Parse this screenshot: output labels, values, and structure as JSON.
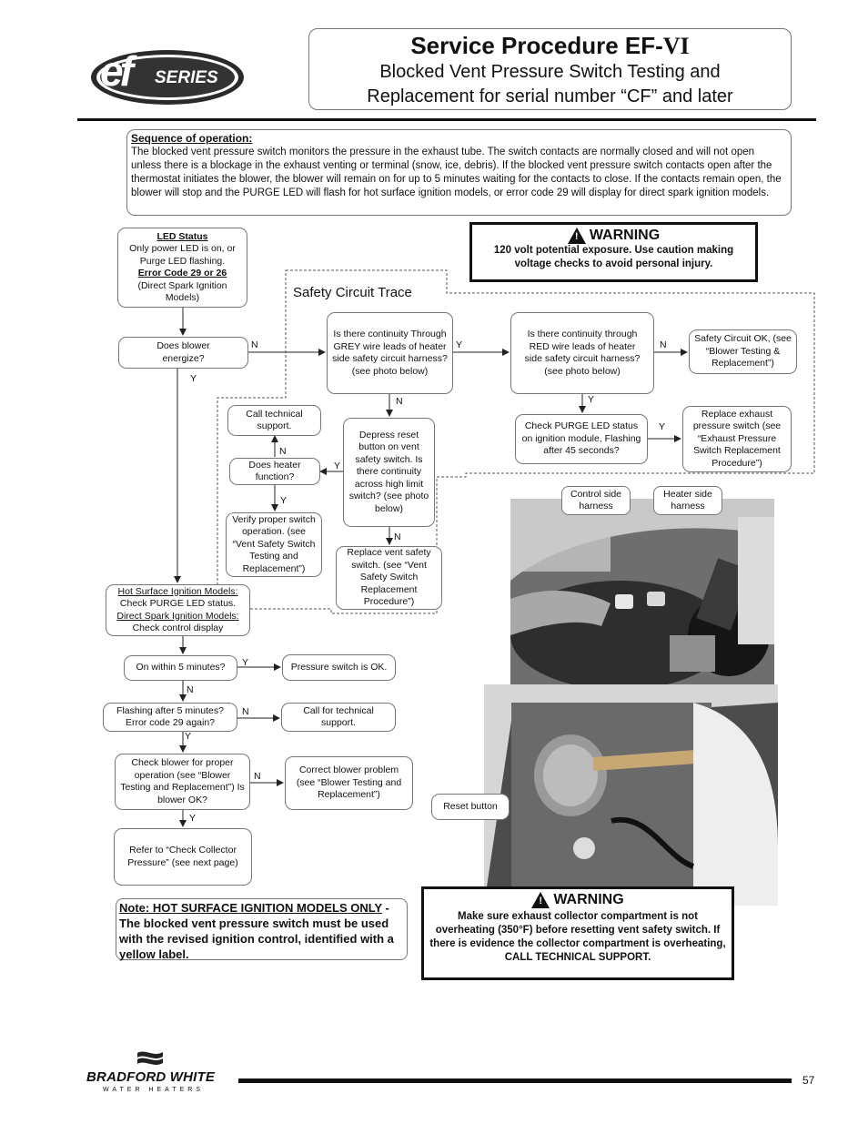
{
  "header": {
    "title_main": "Service Procedure EF-",
    "title_roman": "VI",
    "subtitle_line1": "Blocked Vent Pressure Switch Testing and",
    "subtitle_line2": "Replacement for serial number “CF” and later",
    "logo_text": "SERIES",
    "logo_mark": "ef"
  },
  "sequence": {
    "heading": "Sequence of operation:",
    "body": "The blocked vent pressure switch monitors the pressure in the exhaust tube.  The switch contacts are normally closed and will not open unless there is a blockage in the exhaust venting or terminal (snow, ice, debris).  If the blocked vent pressure switch contacts open after the thermostat initiates the blower, the blower will remain on for up to 5 minutes waiting for the contacts to close.  If the contacts remain open, the blower will stop and the PURGE LED will flash for hot surface ignition models, or error code 29 will display for direct spark ignition models."
  },
  "warning1": {
    "title": "WARNING",
    "body": "120 volt potential exposure. Use caution making voltage checks to avoid personal injury."
  },
  "warning2": {
    "title": "WARNING",
    "body": "Make sure exhaust collector compartment is not overheating (350°F) before resetting vent safety switch. If there is evidence the collector compartment is overheating, CALL TECHNICAL SUPPORT."
  },
  "flow": {
    "led_status_title": "LED Status",
    "led_status_line1": "Only power LED is on, or Purge LED flashing.",
    "led_status_error": "Error Code 29 or 26",
    "led_status_line2": "(Direct Spark Ignition Models)",
    "blower_energize": "Does blower energize?",
    "safety_circuit_trace": "Safety Circuit Trace",
    "grey_continuity": "Is there continuity Through GREY wire leads of heater side safety circuit harness? (see photo below)",
    "red_continuity": "Is there continuity through RED wire leads of heater side safety circuit harness? (see photo below)",
    "safety_ok": "Safety Circuit OK, (see “Blower Testing & Replacement”)",
    "call_tech_support": "Call technical support.",
    "heater_function": "Does heater function?",
    "verify_switch": "Verify proper switch operation. (see “Vent Safety Switch Testing and Replacement”)",
    "depress_reset": "Depress reset button on vent safety switch. Is there continuity across high limit switch? (see photo below)",
    "replace_vent_switch": "Replace vent safety switch. (see “Vent Safety Switch Replacement Procedure”)",
    "check_purge_flashing": "Check PURGE LED status on ignition module, Flashing after 45 seconds?",
    "replace_exhaust_switch": "Replace exhaust pressure switch (see “Exhaust Pressure Switch Replacement Procedure”)",
    "hsi_models": "Hot Surface Ignition Models:",
    "check_purge_status": "Check PURGE LED status.",
    "dsi_models": "Direct Spark Ignition Models:",
    "check_control_display": "Check control display",
    "on_within_5": "On within 5 minutes?",
    "pressure_switch_ok": "Pressure switch is OK.",
    "flashing_after_5": "Flashing after 5 minutes? Error code 29 again?",
    "call_for_tech": "Call for technical support.",
    "check_blower": "Check blower for proper operation (see “Blower Testing and Replacement”) Is blower OK?",
    "correct_blower": "Correct blower problem (see “Blower Testing and Replacement”)",
    "refer_to": "Refer to “Check Collector Pressure” (see next page)",
    "y": "Y",
    "n": "N"
  },
  "photos": {
    "control_side": "Control side harness",
    "heater_side": "Heater side harness",
    "reset_button": "Reset button"
  },
  "note": {
    "prefix": "Note: HOT SURFACE IGNITION MODELS ONLY",
    "body": " - The blocked vent pressure switch must be used with the revised ignition control, identified with a yellow label."
  },
  "footer": {
    "brand": "BRADFORD WHITE",
    "brand_sub": "WATER HEATERS",
    "page_number": "57"
  }
}
